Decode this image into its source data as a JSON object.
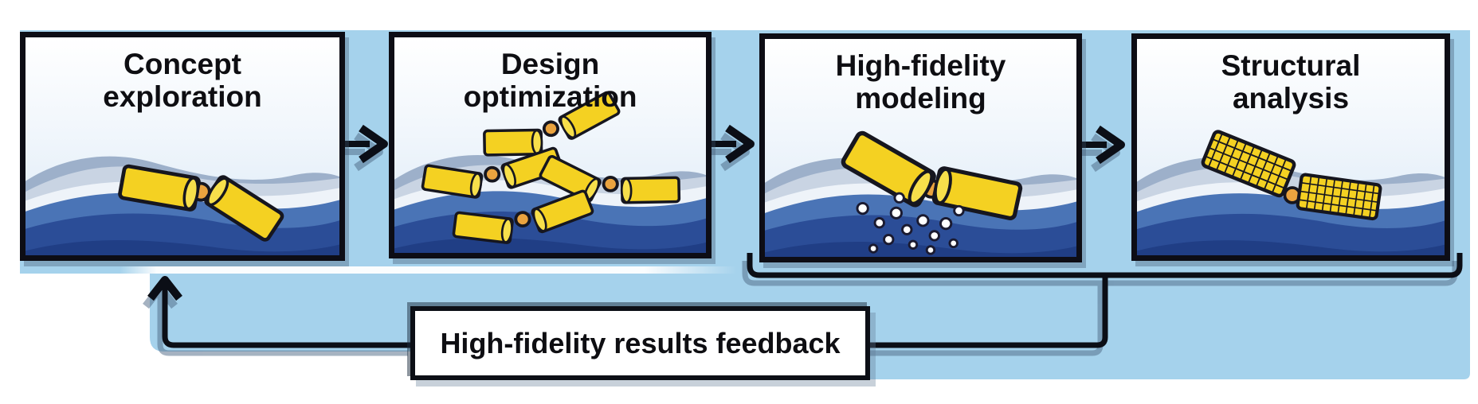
{
  "stages": [
    {
      "id": "concept-exploration",
      "title_line1": "Concept",
      "title_line2": "exploration"
    },
    {
      "id": "design-optimization",
      "title_line1": "Design",
      "title_line2": "optimization"
    },
    {
      "id": "high-fidelity-modeling",
      "title_line1": "High-fidelity",
      "title_line2": "modeling"
    },
    {
      "id": "structural-analysis",
      "title_line1": "Structural",
      "title_line2": "analysis"
    }
  ],
  "feedback": {
    "label": "High-fidelity results feedback",
    "from": "high-fidelity-modeling + structural-analysis",
    "to": "concept-exploration"
  },
  "flow": {
    "direction": "left-to-right",
    "forward_arrow_count": 3
  },
  "colors": {
    "background_blue": "#a5d2ec",
    "outline_black": "#0c0f16",
    "device_yellow": "#f4d122",
    "device_cap_yellow": "#f7df4b",
    "hinge_orange": "#eaa33f",
    "wave_gray": "#9db0ca",
    "wave_foam": "#eef3f9",
    "wave_mid_blue": "#4a74b6",
    "wave_dark_blue": "#2b4d97",
    "wave_navy": "#203e85",
    "panel_background": "#ffffff"
  }
}
